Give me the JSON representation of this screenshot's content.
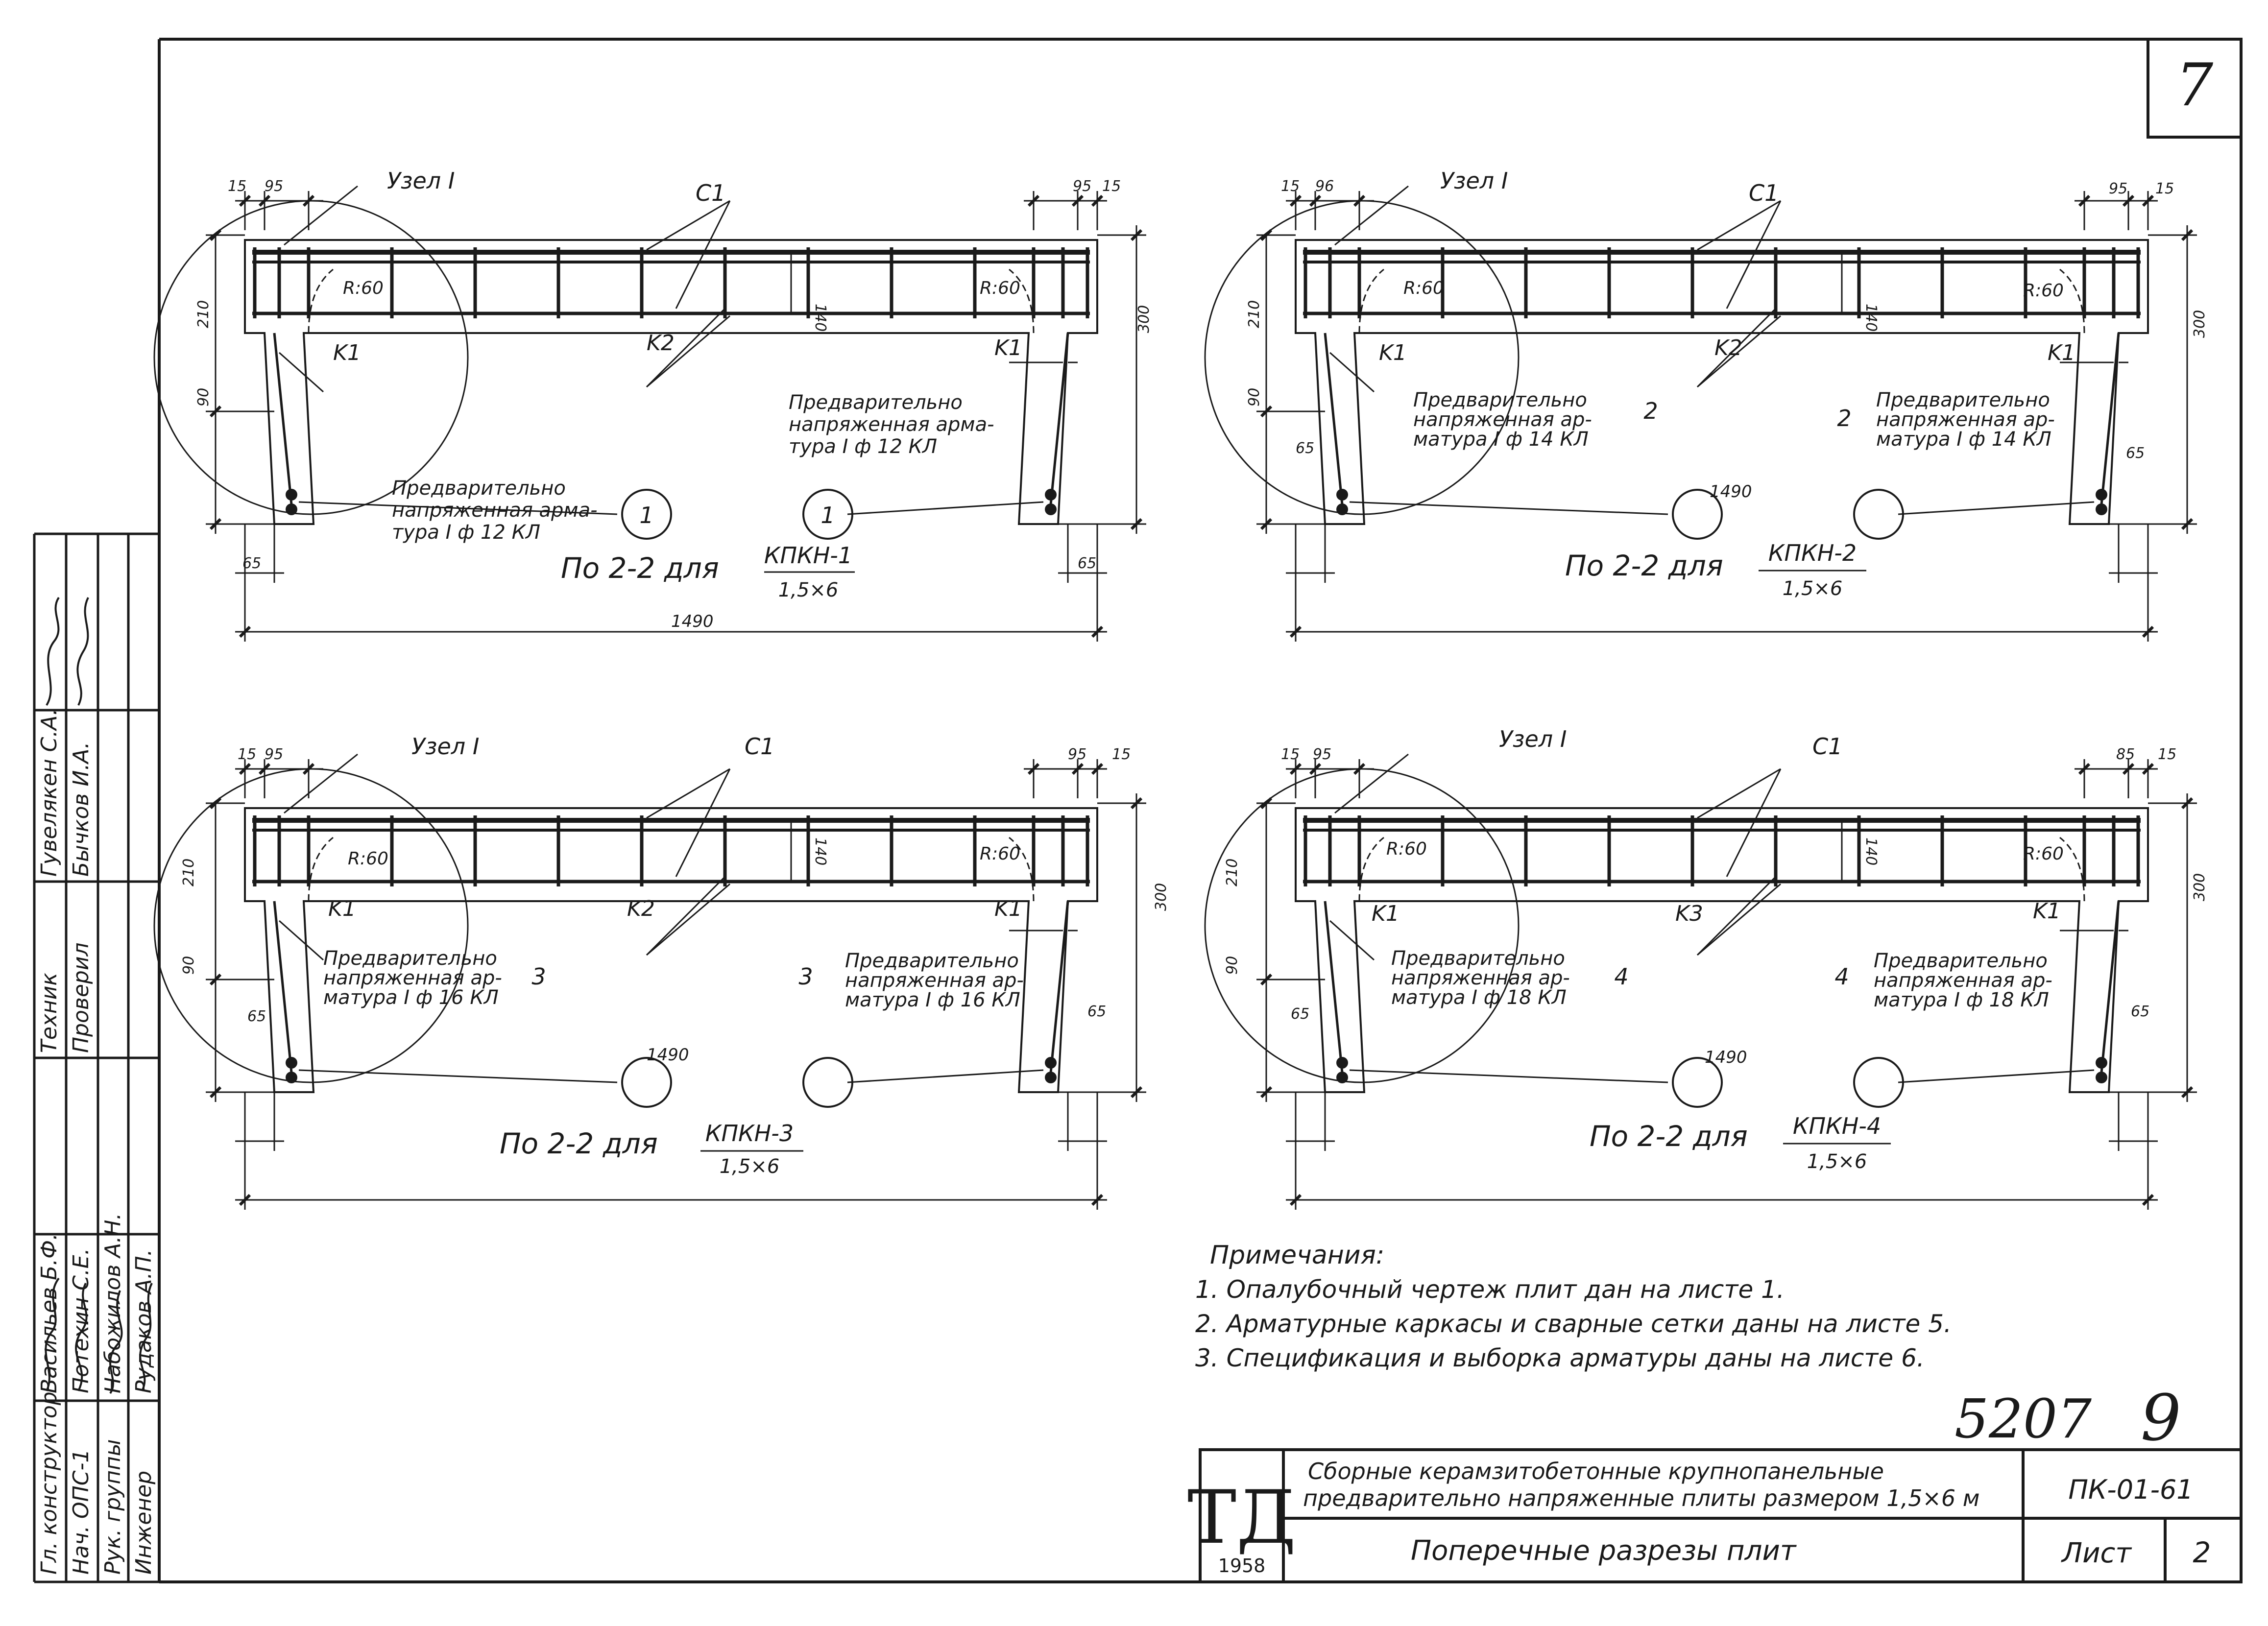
{
  "sheet_number": "7",
  "archive_number": "5207",
  "archive_sheet": "9",
  "sections": [
    {
      "node_label": "Узел I",
      "mesh_label": "C1",
      "frame_label_left": "K1",
      "frame_label_mid": "K2",
      "frame_label_right": "K1",
      "radius_left": "R:60",
      "radius_right": "R:60",
      "callout_left": "1",
      "callout_right": "1",
      "note_left": [
        "Предварительно",
        "напряженная арма-",
        "тура I ф 12 КЛ"
      ],
      "note_right": [
        "Предварительно",
        "напряженная арма-",
        "тура I ф 12 КЛ"
      ],
      "dims": {
        "top_l1": "15",
        "top_l2": "95",
        "top_r1": "95",
        "top_r2": "15",
        "h_left": "210",
        "h_low": "90",
        "h_mid": "140",
        "h_right": "300",
        "bot_left": "65",
        "bot_right": "65",
        "overall": "1490"
      },
      "caption_prefix": "По 2-2  для",
      "caption_num": "КПКН-1",
      "caption_den": "1,5×6"
    },
    {
      "node_label": "Узел I",
      "mesh_label": "C1",
      "frame_label_left": "K1",
      "frame_label_mid": "K2",
      "frame_label_right": "K1",
      "radius_left": "R:60",
      "radius_right": "R:60",
      "callout_left": "2",
      "callout_right": "2",
      "note_left": [
        "Предварительно",
        "напряженная ар-",
        "матура I ф 14 КЛ"
      ],
      "note_right": [
        "Предварительно",
        "напряженная ар-",
        "матура I ф 14 КЛ"
      ],
      "dims": {
        "top_l1": "15",
        "top_l2": "96",
        "top_r1": "95",
        "top_r2": "15",
        "h_left": "210",
        "h_low": "90",
        "h_mid": "140",
        "h_right": "300",
        "bot_left": "65",
        "bot_right": "65",
        "overall": "1490"
      },
      "caption_prefix": "По 2-2  для",
      "caption_num": "КПКН-2",
      "caption_den": "1,5×6"
    },
    {
      "node_label": "Узел I",
      "mesh_label": "C1",
      "frame_label_left": "K1",
      "frame_label_mid": "K2",
      "frame_label_right": "K1",
      "radius_left": "R:60",
      "radius_right": "R:60",
      "callout_left": "3",
      "callout_right": "3",
      "note_left": [
        "Предварительно",
        "напряженная ар-",
        "матура I ф 16 КЛ"
      ],
      "note_right": [
        "Предварительно",
        "напряженная ар-",
        "матура I ф 16 КЛ"
      ],
      "dims": {
        "top_l1": "15",
        "top_l2": "95",
        "top_r1": "95",
        "top_r2": "15",
        "h_left": "210",
        "h_low": "90",
        "h_mid": "140",
        "h_right": "300",
        "bot_left": "65",
        "bot_right": "65",
        "overall": "1490"
      },
      "caption_prefix": "По 2-2  для",
      "caption_num": "КПКН-3",
      "caption_den": "1,5×6"
    },
    {
      "node_label": "Узел I",
      "mesh_label": "C1",
      "frame_label_left": "K1",
      "frame_label_mid": "K3",
      "frame_label_right": "K1",
      "radius_left": "R:60",
      "radius_right": "R:60",
      "callout_left": "4",
      "callout_right": "4",
      "note_left": [
        "Предварительно",
        "напряженная ар-",
        "матура I ф 18 КЛ"
      ],
      "note_right": [
        "Предварительно",
        "напряженная ар-",
        "матура I ф 18 КЛ"
      ],
      "dims": {
        "top_l1": "15",
        "top_l2": "95",
        "top_r1": "85",
        "top_r2": "15",
        "h_left": "210",
        "h_low": "90",
        "h_mid": "140",
        "h_right": "300",
        "bot_left": "65",
        "bot_right": "65",
        "overall": "1490"
      },
      "caption_prefix": "По 2-2  для",
      "caption_num": "КПКН-4",
      "caption_den": "1,5×6"
    }
  ],
  "notes": {
    "title": "Примечания:",
    "items": [
      "1. Опалубочный чертеж плит дан на листе 1.",
      "2. Арматурные каркасы и сварные сетки даны на листе 5.",
      "3. Спецификация и выборка арматуры даны на листе 6."
    ]
  },
  "title_block": {
    "logo": "ТД",
    "year": "1958",
    "project_line1": "Сборные керамзитобетонные крупнопанельные",
    "project_line2": "предварительно напряженные плиты размером 1,5×6 м",
    "code": "ПК-01-61",
    "sheet_title": "Поперечные разрезы плит",
    "sheet_label": "Лист",
    "sheet_no": "2"
  },
  "side_stamp": {
    "roles": [
      "Гл. конструктор",
      "Нач. ОПС-1",
      "Рук. группы",
      "Инженер"
    ],
    "names": [
      "Васильев Б.Ф.",
      "Потехин С.Е.",
      "Набожилов А.Н.",
      "Рудаков А.П."
    ],
    "roles2": [
      "Техник",
      "Проверил"
    ],
    "names2": [
      "Гувелякен С.А.",
      "Бычков И.А."
    ]
  }
}
